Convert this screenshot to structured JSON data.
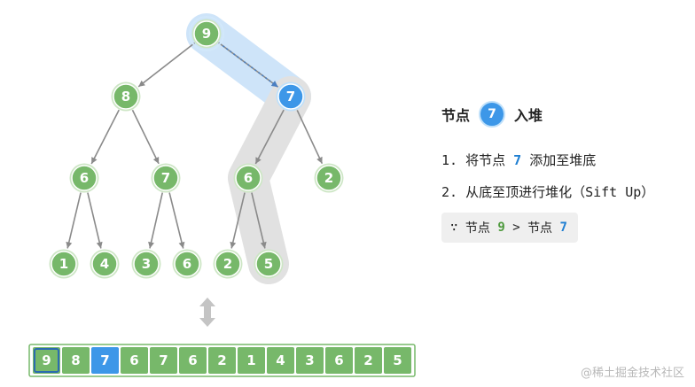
{
  "tree": {
    "nodes": [
      {
        "id": "n0",
        "value": "9",
        "state": "swapped"
      },
      {
        "id": "n1",
        "value": "8",
        "state": "normal"
      },
      {
        "id": "n2",
        "value": "7",
        "state": "active"
      },
      {
        "id": "n3",
        "value": "6",
        "state": "normal"
      },
      {
        "id": "n4",
        "value": "7",
        "state": "normal"
      },
      {
        "id": "n5",
        "value": "6",
        "state": "normal"
      },
      {
        "id": "n6",
        "value": "2",
        "state": "normal"
      },
      {
        "id": "n7",
        "value": "1",
        "state": "normal"
      },
      {
        "id": "n8",
        "value": "4",
        "state": "normal"
      },
      {
        "id": "n9",
        "value": "3",
        "state": "normal"
      },
      {
        "id": "n10",
        "value": "6",
        "state": "normal"
      },
      {
        "id": "n11",
        "value": "2",
        "state": "normal"
      },
      {
        "id": "n12",
        "value": "5",
        "state": "normal"
      }
    ],
    "edges": [
      {
        "from": "n0",
        "to": "n1"
      },
      {
        "from": "n0",
        "to": "n2"
      },
      {
        "from": "n1",
        "to": "n3"
      },
      {
        "from": "n1",
        "to": "n4"
      },
      {
        "from": "n2",
        "to": "n5"
      },
      {
        "from": "n2",
        "to": "n6"
      },
      {
        "from": "n3",
        "to": "n7"
      },
      {
        "from": "n3",
        "to": "n8"
      },
      {
        "from": "n4",
        "to": "n9"
      },
      {
        "from": "n4",
        "to": "n10"
      },
      {
        "from": "n5",
        "to": "n11"
      },
      {
        "from": "n5",
        "to": "n12"
      }
    ],
    "swap_arrow": {
      "from": "n0",
      "to": "n2"
    }
  },
  "array": {
    "cells": [
      {
        "value": "9",
        "state": "swapped"
      },
      {
        "value": "8",
        "state": "normal"
      },
      {
        "value": "7",
        "state": "active"
      },
      {
        "value": "6",
        "state": "normal"
      },
      {
        "value": "7",
        "state": "normal"
      },
      {
        "value": "6",
        "state": "normal"
      },
      {
        "value": "2",
        "state": "normal"
      },
      {
        "value": "1",
        "state": "normal"
      },
      {
        "value": "4",
        "state": "normal"
      },
      {
        "value": "3",
        "state": "normal"
      },
      {
        "value": "6",
        "state": "normal"
      },
      {
        "value": "2",
        "state": "normal"
      },
      {
        "value": "5",
        "state": "normal"
      }
    ]
  },
  "panel": {
    "title_prefix": "节点",
    "title_node": "7",
    "title_suffix": "入堆",
    "step1": {
      "index": "1.",
      "before": "将节点",
      "node": "7",
      "after": "添加至堆底"
    },
    "step2": {
      "index": "2.",
      "text": "从底至顶进行堆化（Sift Up）"
    },
    "compare": {
      "because": "∵",
      "left_label": "节点",
      "left_value": "9",
      "op": ">",
      "right_label": "节点",
      "right_value": "7"
    }
  },
  "watermark": "@稀土掘金技术社区",
  "colors": {
    "green_fill": "#77b86a",
    "green_ring": "#cde6c5",
    "blue_fill": "#3d97e8",
    "blue_ring": "#bfe0fa",
    "blue_band": "#c6e0f8",
    "gray_band": "#e1e1e1",
    "edge": "#8a8a8a",
    "swap_arrow": "#4a7fc2"
  },
  "icons": {
    "swap": "up-down-arrow-icon"
  }
}
